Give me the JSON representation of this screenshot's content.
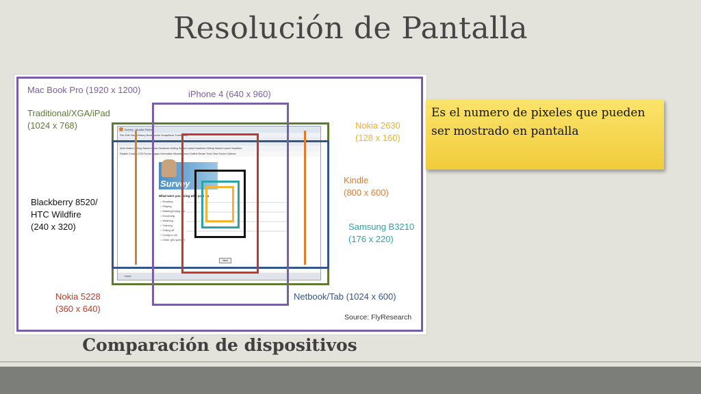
{
  "slide": {
    "title": "Resolución de Pantalla",
    "caption": "Comparación de dispositivos",
    "note": "Es el numero de pixeles que pueden ser mostrado en pantalla"
  },
  "figure": {
    "source": "Source: FlyResearch",
    "devices": [
      {
        "key": "macbook",
        "label1": "Mac Book Pro (1920 x 1200)",
        "label2": "",
        "color": "#7a5ea3"
      },
      {
        "key": "ipad",
        "label1": "Traditional/XGA/iPad",
        "label2": "(1024 x 768)",
        "color": "#5d7a34"
      },
      {
        "key": "iphone",
        "label1": "iPhone 4 (640 x 960)",
        "label2": "",
        "color": "#7a5ea3"
      },
      {
        "key": "nokia2630",
        "label1": "Nokia 2630",
        "label2": "(128 x 160)",
        "color": "#f2b233"
      },
      {
        "key": "kindle",
        "label1": "Kindle",
        "label2": "(800 x 600)",
        "color": "#e07b2c"
      },
      {
        "key": "blackberry",
        "label1": "Blackberry 8520/",
        "label2": "HTC Wildfire",
        "label3": "(240 x 320)",
        "color": "#111111"
      },
      {
        "key": "samsung",
        "label1": "Samsung B3210",
        "label2": "(176 x 220)",
        "color": "#2aa3a8"
      },
      {
        "key": "nokia5228",
        "label1": "Nokia 5228",
        "label2": "(360 x 640)",
        "color": "#c0392b"
      },
      {
        "key": "netbook",
        "label1": "Netbook/Tab (1024 x 600)",
        "label2": "",
        "color": "#33558a"
      }
    ],
    "browser": {
      "title": "Survey - Mozilla Firefox",
      "menu": "File  Edit  View  History  Bookmarks  ScrapBook  Tools  Help",
      "bookmarks": "Most Visited   Getting Started   Latest Headlines   Getting Started   Latest Headlines   Getting Started   Latest Headlines",
      "bookmarks2": "Disable   Cookies   CSS   Forms   Images   Information   Miscellaneous   Outline   Resize   Tools   View Source   Options",
      "banner": "Survey",
      "question": "What were you doing with your ha",
      "options": [
        "Reading",
        "Playing",
        "Walking/Going out",
        "Grooming",
        "Washing",
        "Training",
        "Telling off",
        "Going to vet",
        "Other (pls specify)"
      ],
      "next": "Next",
      "status": "Done"
    }
  }
}
